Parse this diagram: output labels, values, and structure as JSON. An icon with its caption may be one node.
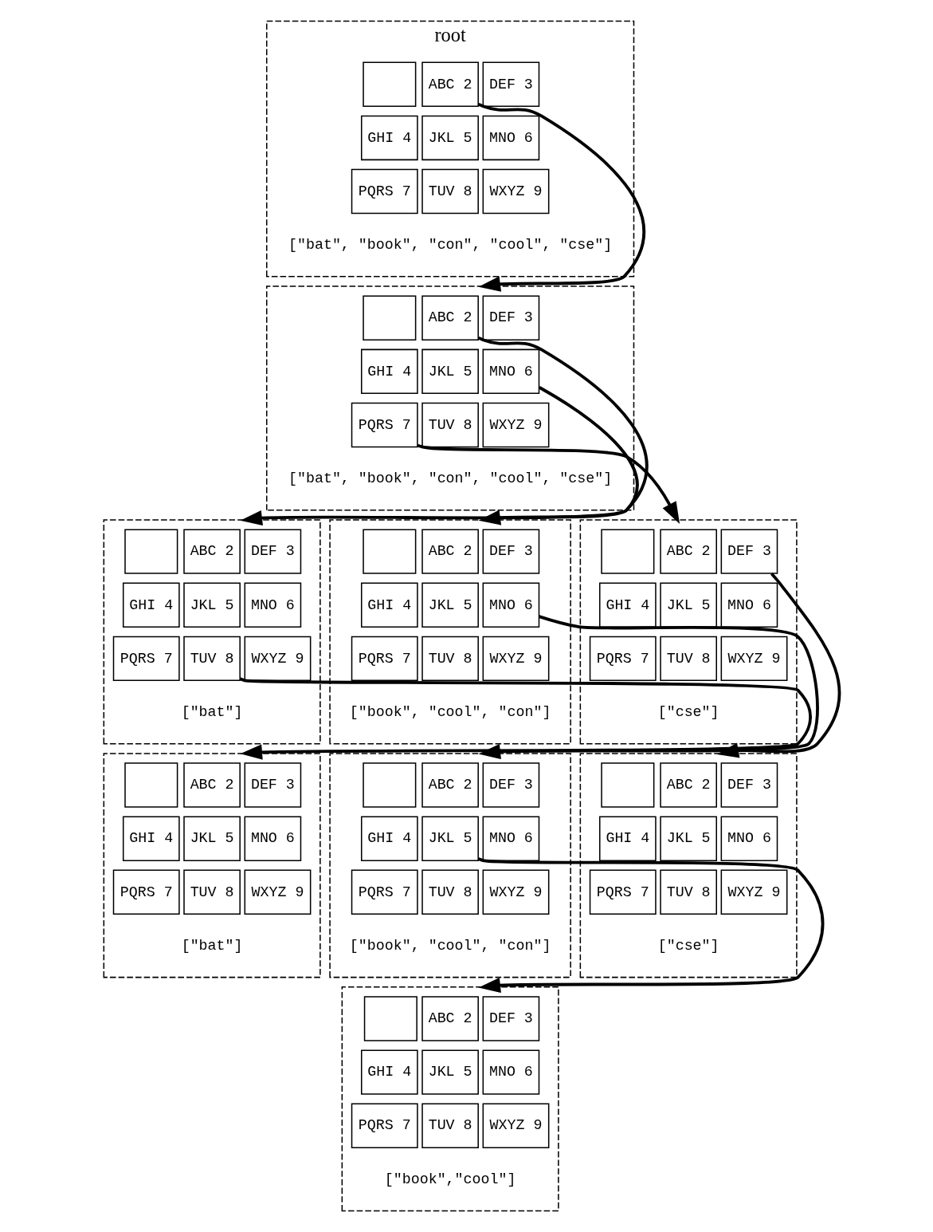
{
  "diagram": {
    "nodes": [
      {
        "text": [
          "root"
        ],
        "beside": [
          "[\"bat\", \"book\", \"con\", \"cool\", \"cse\"]"
        ]
      },
      {
        "text": [],
        "shape": "box",
        "in": 0
      },
      {
        "text": [
          "ABC 2"
        ],
        "in": 0
      },
      {
        "text": [
          "DEF 3"
        ],
        "in": 0
      },
      {
        "text": [
          "GHI 4"
        ],
        "in": 0
      },
      {
        "text": [
          "JKL 5"
        ],
        "in": 0
      },
      {
        "text": [
          "MNO 6"
        ],
        "in": 0
      },
      {
        "text": [
          "PQRS 7"
        ],
        "in": 0
      },
      {
        "text": [
          "TUV 8"
        ],
        "in": 0
      },
      {
        "text": [
          "WXYZ 9"
        ],
        "in": 0
      },
      {
        "text": [],
        "shape": "box",
        "beside": [
          "[\"bat\", \"book\", \"con\", \"cool\", \"cse\"]"
        ]
      },
      {
        "text": [],
        "shape": "box",
        "in": 10
      },
      {
        "text": [
          "ABC 2"
        ],
        "in": 10
      },
      {
        "text": [
          "DEF 3"
        ],
        "in": 10
      },
      {
        "text": [
          "GHI 4"
        ],
        "in": 10
      },
      {
        "text": [
          "JKL 5"
        ],
        "in": 10
      },
      {
        "text": [
          "MNO 6"
        ],
        "in": 10
      },
      {
        "text": [
          "PQRS 7"
        ],
        "in": 10
      },
      {
        "text": [
          "TUV 8"
        ],
        "in": 10
      },
      {
        "text": [
          "WXYZ 9"
        ],
        "in": 10
      },
      {
        "text": [],
        "shape": "box",
        "beside": [
          "[\"bat\"]"
        ]
      },
      {
        "text": [],
        "shape": "box",
        "in": 20
      },
      {
        "text": [
          "ABC 2"
        ],
        "in": 20
      },
      {
        "text": [
          "DEF 3"
        ],
        "in": 20
      },
      {
        "text": [
          "GHI 4"
        ],
        "in": 20
      },
      {
        "text": [
          "JKL 5"
        ],
        "in": 20
      },
      {
        "text": [
          "MNO 6"
        ],
        "in": 20
      },
      {
        "text": [
          "PQRS 7"
        ],
        "in": 20
      },
      {
        "text": [
          "TUV 8"
        ],
        "in": 20
      },
      {
        "text": [
          "WXYZ 9"
        ],
        "in": 20
      },
      {
        "text": [],
        "shape": "box",
        "beside": [
          "[\"book\", \"cool\", \"con\"]"
        ]
      },
      {
        "text": [],
        "shape": "box",
        "in": 30
      },
      {
        "text": [
          "ABC 2"
        ],
        "in": 30
      },
      {
        "text": [
          "DEF 3"
        ],
        "in": 30
      },
      {
        "text": [
          "GHI 4"
        ],
        "in": 30
      },
      {
        "text": [
          "JKL 5"
        ],
        "in": 30
      },
      {
        "text": [
          "MNO 6"
        ],
        "in": 30
      },
      {
        "text": [
          "PQRS 7"
        ],
        "in": 30
      },
      {
        "text": [
          "TUV 8"
        ],
        "in": 30
      },
      {
        "text": [
          "WXYZ 9"
        ],
        "in": 30
      },
      {
        "text": [],
        "shape": "box",
        "beside": [
          "[\"cse\"]"
        ]
      },
      {
        "text": [],
        "shape": "box",
        "in": 40
      },
      {
        "text": [
          "ABC 2"
        ],
        "in": 40
      },
      {
        "text": [
          "DEF 3"
        ],
        "in": 40
      },
      {
        "text": [
          "GHI 4"
        ],
        "in": 40
      },
      {
        "text": [
          "JKL 5"
        ],
        "in": 40
      },
      {
        "text": [
          "MNO 6"
        ],
        "in": 40
      },
      {
        "text": [
          "PQRS 7"
        ],
        "in": 40
      },
      {
        "text": [
          "TUV 8"
        ],
        "in": 40
      },
      {
        "text": [
          "WXYZ 9"
        ],
        "in": 40
      },
      {
        "text": [],
        "shape": "box",
        "beside": [
          "[\"bat\"]"
        ]
      },
      {
        "text": [],
        "shape": "box",
        "in": 50
      },
      {
        "text": [
          "ABC 2"
        ],
        "in": 50
      },
      {
        "text": [
          "DEF 3"
        ],
        "in": 50
      },
      {
        "text": [
          "GHI 4"
        ],
        "in": 50
      },
      {
        "text": [
          "JKL 5"
        ],
        "in": 50
      },
      {
        "text": [
          "MNO 6"
        ],
        "in": 50
      },
      {
        "text": [
          "PQRS 7"
        ],
        "in": 50
      },
      {
        "text": [
          "TUV 8"
        ],
        "in": 50
      },
      {
        "text": [
          "WXYZ 9"
        ],
        "in": 50
      },
      {
        "text": [],
        "shape": "box",
        "beside": [
          "[\"book\", \"cool\", \"con\"]"
        ]
      },
      {
        "text": [],
        "shape": "box",
        "in": 60
      },
      {
        "text": [
          "ABC 2"
        ],
        "in": 60
      },
      {
        "text": [
          "DEF 3"
        ],
        "in": 60
      },
      {
        "text": [
          "GHI 4"
        ],
        "in": 60
      },
      {
        "text": [
          "JKL 5"
        ],
        "in": 60
      },
      {
        "text": [
          "MNO 6"
        ],
        "in": 60
      },
      {
        "text": [
          "PQRS 7"
        ],
        "in": 60
      },
      {
        "text": [
          "TUV 8"
        ],
        "in": 60
      },
      {
        "text": [
          "WXYZ 9"
        ],
        "in": 60
      },
      {
        "text": [],
        "shape": "box",
        "beside": [
          "[\"cse\"]"
        ]
      },
      {
        "text": [],
        "shape": "box",
        "in": 70
      },
      {
        "text": [
          "ABC 2"
        ],
        "in": 70
      },
      {
        "text": [
          "DEF 3"
        ],
        "in": 70
      },
      {
        "text": [
          "GHI 4"
        ],
        "in": 70
      },
      {
        "text": [
          "JKL 5"
        ],
        "in": 70
      },
      {
        "text": [
          "MNO 6"
        ],
        "in": 70
      },
      {
        "text": [
          "PQRS 7"
        ],
        "in": 70
      },
      {
        "text": [
          "TUV 8"
        ],
        "in": 70
      },
      {
        "text": [
          "WXYZ 9"
        ],
        "in": 70
      },
      {
        "text": [],
        "shape": "box",
        "beside": [
          "[\"book\",\"cool\"]"
        ]
      },
      {
        "text": [],
        "shape": "box",
        "in": 80
      },
      {
        "text": [
          "ABC 2"
        ],
        "in": 80
      },
      {
        "text": [
          "DEF 3"
        ],
        "in": 80
      },
      {
        "text": [
          "GHI 4"
        ],
        "in": 80
      },
      {
        "text": [
          "JKL 5"
        ],
        "in": 80
      },
      {
        "text": [
          "MNO 6"
        ],
        "in": 80
      },
      {
        "text": [
          "PQRS 7"
        ],
        "in": 80
      },
      {
        "text": [
          "TUV 8"
        ],
        "in": 80
      },
      {
        "text": [
          "WXYZ 9"
        ],
        "in": 80
      }
    ],
    "edges": [
      {
        "from": 2,
        "to": 10,
        "arrow": "to"
      },
      {
        "from": 12,
        "to": 20,
        "arrow": "to"
      },
      {
        "from": 16,
        "to": 30,
        "arrow": "to"
      },
      {
        "from": 17,
        "to": 40,
        "arrow": "to"
      },
      {
        "from": 28,
        "to": 50,
        "arrow": "to"
      },
      {
        "from": 36,
        "to": 60,
        "arrow": "to"
      },
      {
        "from": 43,
        "to": 70,
        "arrow": "to"
      },
      {
        "from": 65,
        "to": 80,
        "arrow": "to"
      }
    ]
  }
}
